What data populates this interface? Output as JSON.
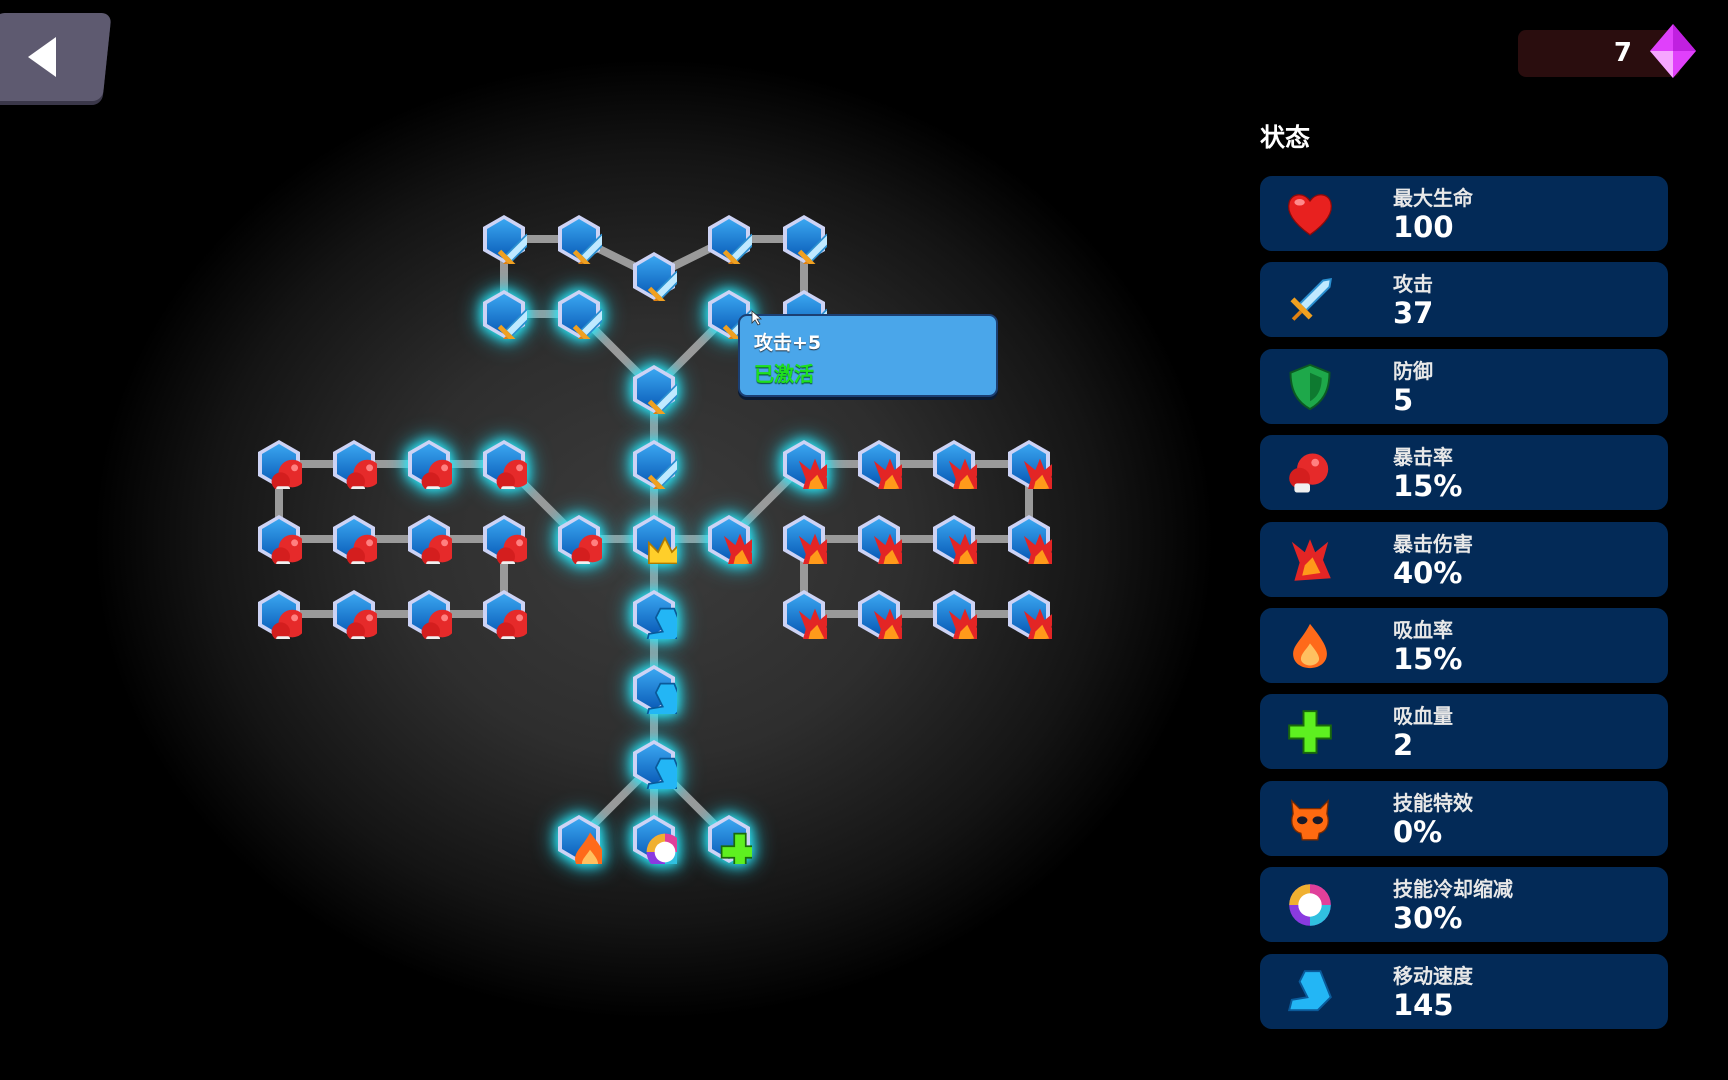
{
  "currency": {
    "count": "7",
    "icon": "gem-icon",
    "color": "#e040fb"
  },
  "panel": {
    "title": "状态",
    "stats": [
      {
        "label": "最大生命",
        "value": "100",
        "icon": "heart"
      },
      {
        "label": "攻击",
        "value": "37",
        "icon": "sword"
      },
      {
        "label": "防御",
        "value": "5",
        "icon": "shield"
      },
      {
        "label": "暴击率",
        "value": "15%",
        "icon": "glove"
      },
      {
        "label": "暴击伤害",
        "value": "40%",
        "icon": "crit"
      },
      {
        "label": "吸血率",
        "value": "15%",
        "icon": "fire"
      },
      {
        "label": "吸血量",
        "value": "2",
        "icon": "plus"
      },
      {
        "label": "技能特效",
        "value": "0%",
        "icon": "skull"
      },
      {
        "label": "技能冷却缩减",
        "value": "30%",
        "icon": "orb"
      },
      {
        "label": "移动速度",
        "value": "145",
        "icon": "boot"
      }
    ]
  },
  "tooltip": {
    "title": "攻击+5",
    "status": "已激活",
    "status_color": "#1fe01f"
  },
  "tree": {
    "nodes": [
      {
        "type": "sword",
        "active": false
      },
      {
        "type": "sword",
        "active": false
      },
      {
        "type": "sword",
        "active": false
      },
      {
        "type": "sword",
        "active": false
      },
      {
        "type": "sword",
        "active": false
      },
      {
        "type": "sword",
        "active": true
      },
      {
        "type": "sword",
        "active": true
      },
      {
        "type": "sword",
        "active": true
      },
      {
        "type": "sword",
        "active": false
      },
      {
        "type": "sword",
        "active": true
      },
      {
        "type": "sword",
        "active": true
      },
      {
        "type": "glove",
        "active": false
      },
      {
        "type": "glove",
        "active": false
      },
      {
        "type": "glove",
        "active": true
      },
      {
        "type": "glove",
        "active": true
      },
      {
        "type": "glove",
        "active": false
      },
      {
        "type": "glove",
        "active": false
      },
      {
        "type": "glove",
        "active": false
      },
      {
        "type": "glove",
        "active": false
      },
      {
        "type": "glove",
        "active": true
      },
      {
        "type": "glove",
        "active": false
      },
      {
        "type": "glove",
        "active": false
      },
      {
        "type": "glove",
        "active": false
      },
      {
        "type": "glove",
        "active": false
      },
      {
        "type": "crown",
        "active": true
      },
      {
        "type": "crit",
        "active": true
      },
      {
        "type": "crit",
        "active": true
      },
      {
        "type": "crit",
        "active": false
      },
      {
        "type": "crit",
        "active": false
      },
      {
        "type": "crit",
        "active": false
      },
      {
        "type": "crit",
        "active": false
      },
      {
        "type": "crit",
        "active": false
      },
      {
        "type": "crit",
        "active": false
      },
      {
        "type": "crit",
        "active": false
      },
      {
        "type": "crit",
        "active": false
      },
      {
        "type": "crit",
        "active": false
      },
      {
        "type": "crit",
        "active": false
      },
      {
        "type": "crit",
        "active": false
      },
      {
        "type": "boot",
        "active": true
      },
      {
        "type": "boot",
        "active": true
      },
      {
        "type": "boot",
        "active": true
      },
      {
        "type": "fire",
        "active": true
      },
      {
        "type": "orb",
        "active": true
      },
      {
        "type": "plus",
        "active": true
      }
    ]
  }
}
